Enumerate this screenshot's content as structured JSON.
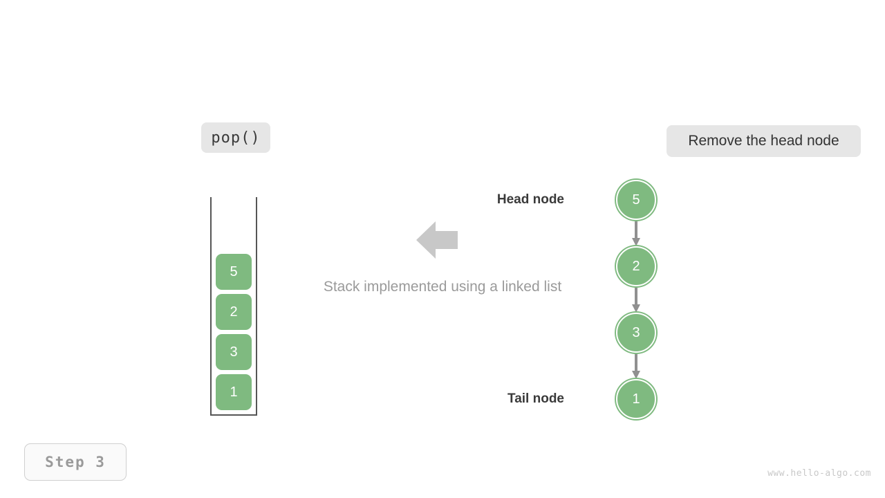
{
  "operation": {
    "label": "pop()"
  },
  "action": {
    "label": "Remove the head node"
  },
  "step": {
    "label": "Step 3"
  },
  "watermark": {
    "text": "www.hello-algo.com"
  },
  "caption": {
    "text": "Stack implemented using a linked list"
  },
  "colors": {
    "node_green": "#7fba80",
    "pill_gray": "#e6e6e6",
    "arrow_gray": "#909090",
    "big_arrow_gray": "#c8c8c8",
    "text_dark": "#3a3a3a",
    "text_muted": "#9a9a9a"
  },
  "stack": {
    "cells": [
      {
        "value": "5"
      },
      {
        "value": "2"
      },
      {
        "value": "3"
      },
      {
        "value": "1"
      }
    ]
  },
  "linked_list": {
    "head_label": "Head node",
    "tail_label": "Tail node",
    "nodes": [
      {
        "value": "5"
      },
      {
        "value": "2"
      },
      {
        "value": "3"
      },
      {
        "value": "1"
      }
    ]
  },
  "icons": {
    "transform_arrow": "arrow-left-icon",
    "link_arrow": "arrow-down-icon"
  }
}
